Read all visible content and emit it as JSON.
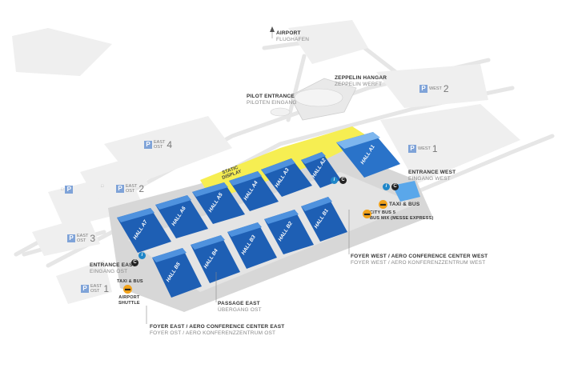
{
  "map": {
    "airport": {
      "title": "AIRPORT",
      "sub": "FLUGHAFEN"
    },
    "zeppelin": {
      "title": "ZEPPELIN HANGAR",
      "sub": "ZEPPELIN WERFT"
    },
    "pilot_entrance": {
      "title": "PILOT ENTRANCE",
      "sub": "PILOTEN EINGANG"
    },
    "entrance_west": {
      "title": "ENTRANCE WEST",
      "sub": "EINGANG WEST"
    },
    "entrance_east": {
      "title": "ENTRANCE EAST",
      "sub": "EINGANG OST"
    },
    "static_display": {
      "line1": "STATIC",
      "line2": "DISPLAY"
    },
    "passage_east": {
      "title": "PASSAGE EAST",
      "sub": "ÜBERGANG OST"
    },
    "foyer_west": {
      "title": "FOYER WEST / AERO CONFERENCE CENTER WEST",
      "sub": "FOYER WEST / AERO KONFERENZZENTRUM WEST"
    },
    "foyer_east": {
      "title": "FOYER EAST / AERO CONFERENCE CENTER EAST",
      "sub": "FOYER OST / AERO KONFERENZZENTRUM OST"
    },
    "taxi_bus_west": "TAXI & BUS",
    "city_bus": {
      "line1": "CITY BUS 5",
      "line2": "BUS MIX (MESSE EXPRESS)"
    },
    "taxi_bus_east": "TAXI & BUS",
    "airport_shuttle": {
      "line1": "AIRPORT",
      "line2": "SHUTTLE"
    },
    "info_icon_text": "i",
    "cloakroom_icon_text": "C",
    "parking": [
      {
        "id": "p-west-2",
        "letter": "P",
        "word": "WEST",
        "word2": "",
        "num": "2"
      },
      {
        "id": "p-west-1",
        "letter": "P",
        "word": "WEST",
        "word2": "",
        "num": "1"
      },
      {
        "id": "p-east-4",
        "letter": "P",
        "word": "EAST",
        "word2": "OST",
        "num": "4"
      },
      {
        "id": "p-east-2",
        "letter": "P",
        "word": "EAST",
        "word2": "OST",
        "num": "2"
      },
      {
        "id": "p-east-3",
        "letter": "P",
        "word": "EAST",
        "word2": "OST",
        "num": "3"
      },
      {
        "id": "p-east-1",
        "letter": "P",
        "word": "EAST",
        "word2": "OST",
        "num": "1"
      }
    ],
    "halls": [
      "HALL A1",
      "HALL A2",
      "HALL A3",
      "HALL A4",
      "HALL A5",
      "HALL A6",
      "HALL A7",
      "HALL B1",
      "HALL B2",
      "HALL B3",
      "HALL B4",
      "HALL B5"
    ],
    "colors": {
      "hall": "#1e5fb4",
      "hall_light": "#3c8ad8",
      "static": "#f6ee52",
      "ground": "#eeeeee",
      "parking": "#7fa3d8",
      "info": "#1e86c8",
      "bus": "#f0a21c"
    }
  }
}
